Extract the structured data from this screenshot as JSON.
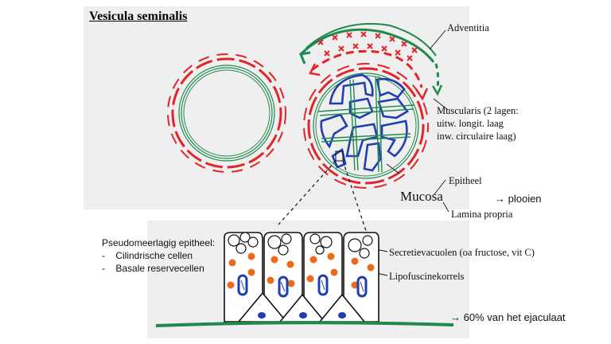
{
  "title": "Vesicula seminalis",
  "labels": {
    "adventitia": "Adventitia",
    "muscularis_1": "Muscularis (2 lagen:",
    "muscularis_2": "uitw. longit. laag",
    "muscularis_3": "inw. circulaire laag)",
    "epitheel": "Epitheel",
    "mucosa": "Mucosa",
    "plooien": "→ plooien",
    "lamina_propria": "Lamina propria",
    "secretievacuolen": "Secretievacuolen (oa fructose, vit C)",
    "lipofuscine": "Lipofuscinekorrels",
    "ejaculaat": "→ 60% van het ejaculaat"
  },
  "epithelium": {
    "heading": "Pseudomeerlagig epitheel:",
    "items": [
      {
        "bullet": "-",
        "text": "Cilindrische cellen"
      },
      {
        "bullet": "-",
        "text": "Basale reservecellen"
      }
    ]
  },
  "colors": {
    "red": "#e0262b",
    "green": "#1f8a4c",
    "blue": "#1f3fb0",
    "orange": "#ec6a1c",
    "panel": "#efefef"
  }
}
